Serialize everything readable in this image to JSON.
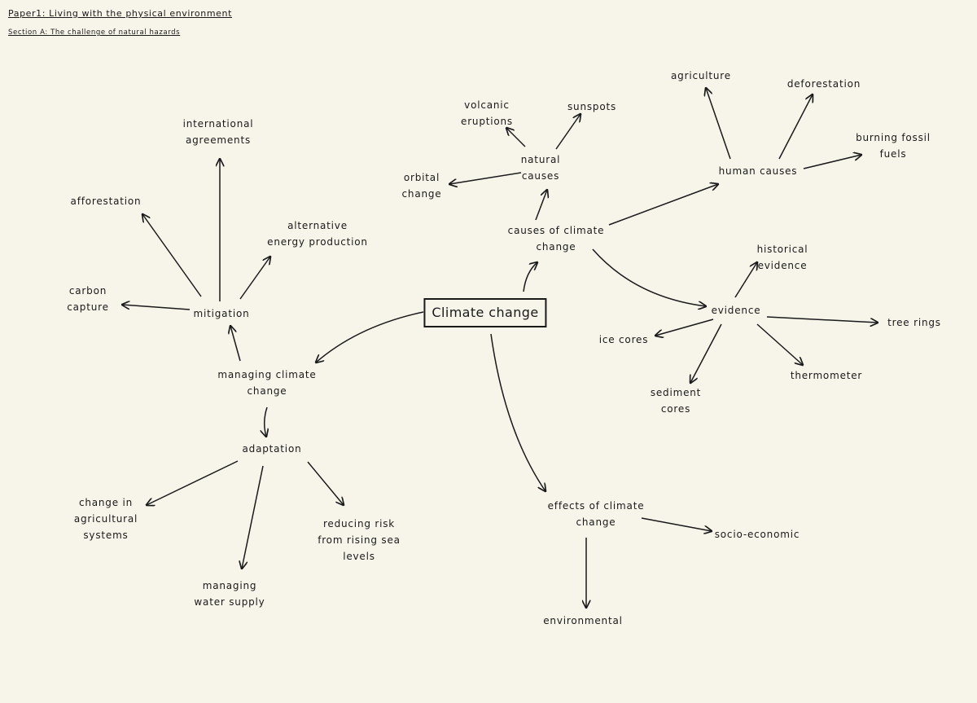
{
  "header": {
    "title": "Paper1: Living with the physical environment",
    "subtitle": "Section A: The challenge of natural hazards"
  },
  "central": {
    "lines": [
      "Climate change"
    ]
  },
  "mitigation": {
    "title": [
      "mitigation"
    ],
    "international": [
      "international",
      "agreements"
    ],
    "afforestation": [
      "afforestation"
    ],
    "alternative_energy": [
      "alternative",
      "energy production"
    ],
    "carbon_capture": [
      "carbon",
      "capture"
    ]
  },
  "managing": {
    "title": [
      "managing climate",
      "change"
    ]
  },
  "adaptation": {
    "title": [
      "adaptation"
    ],
    "agricultural": [
      "change in",
      "agricultural",
      "systems"
    ],
    "water_supply": [
      "managing",
      "water supply"
    ],
    "sea_levels": [
      "reducing risk",
      "from rising sea",
      "levels"
    ]
  },
  "causes": {
    "title": [
      "causes of climate",
      "change"
    ],
    "natural": {
      "title": [
        "natural",
        "causes"
      ],
      "volcanic": [
        "volcanic",
        "eruptions"
      ],
      "sunspots": [
        "sunspots"
      ],
      "orbital": [
        "orbital",
        "change"
      ]
    },
    "human": {
      "title": [
        "human causes"
      ],
      "agriculture": [
        "agriculture"
      ],
      "deforestation": [
        "deforestation"
      ],
      "fossil_fuels": [
        "burning fossil",
        "fuels"
      ]
    }
  },
  "evidence": {
    "title": [
      "evidence"
    ],
    "historical": [
      "historical",
      "evidence"
    ],
    "tree_rings": [
      "tree rings"
    ],
    "ice_cores": [
      "ice cores"
    ],
    "thermometer": [
      "thermometer"
    ],
    "sediment": [
      "sediment",
      "cores"
    ]
  },
  "effects": {
    "title": [
      "effects of climate",
      "change"
    ],
    "socio_economic": [
      "socio-economic"
    ],
    "environmental": [
      "environmental"
    ]
  }
}
